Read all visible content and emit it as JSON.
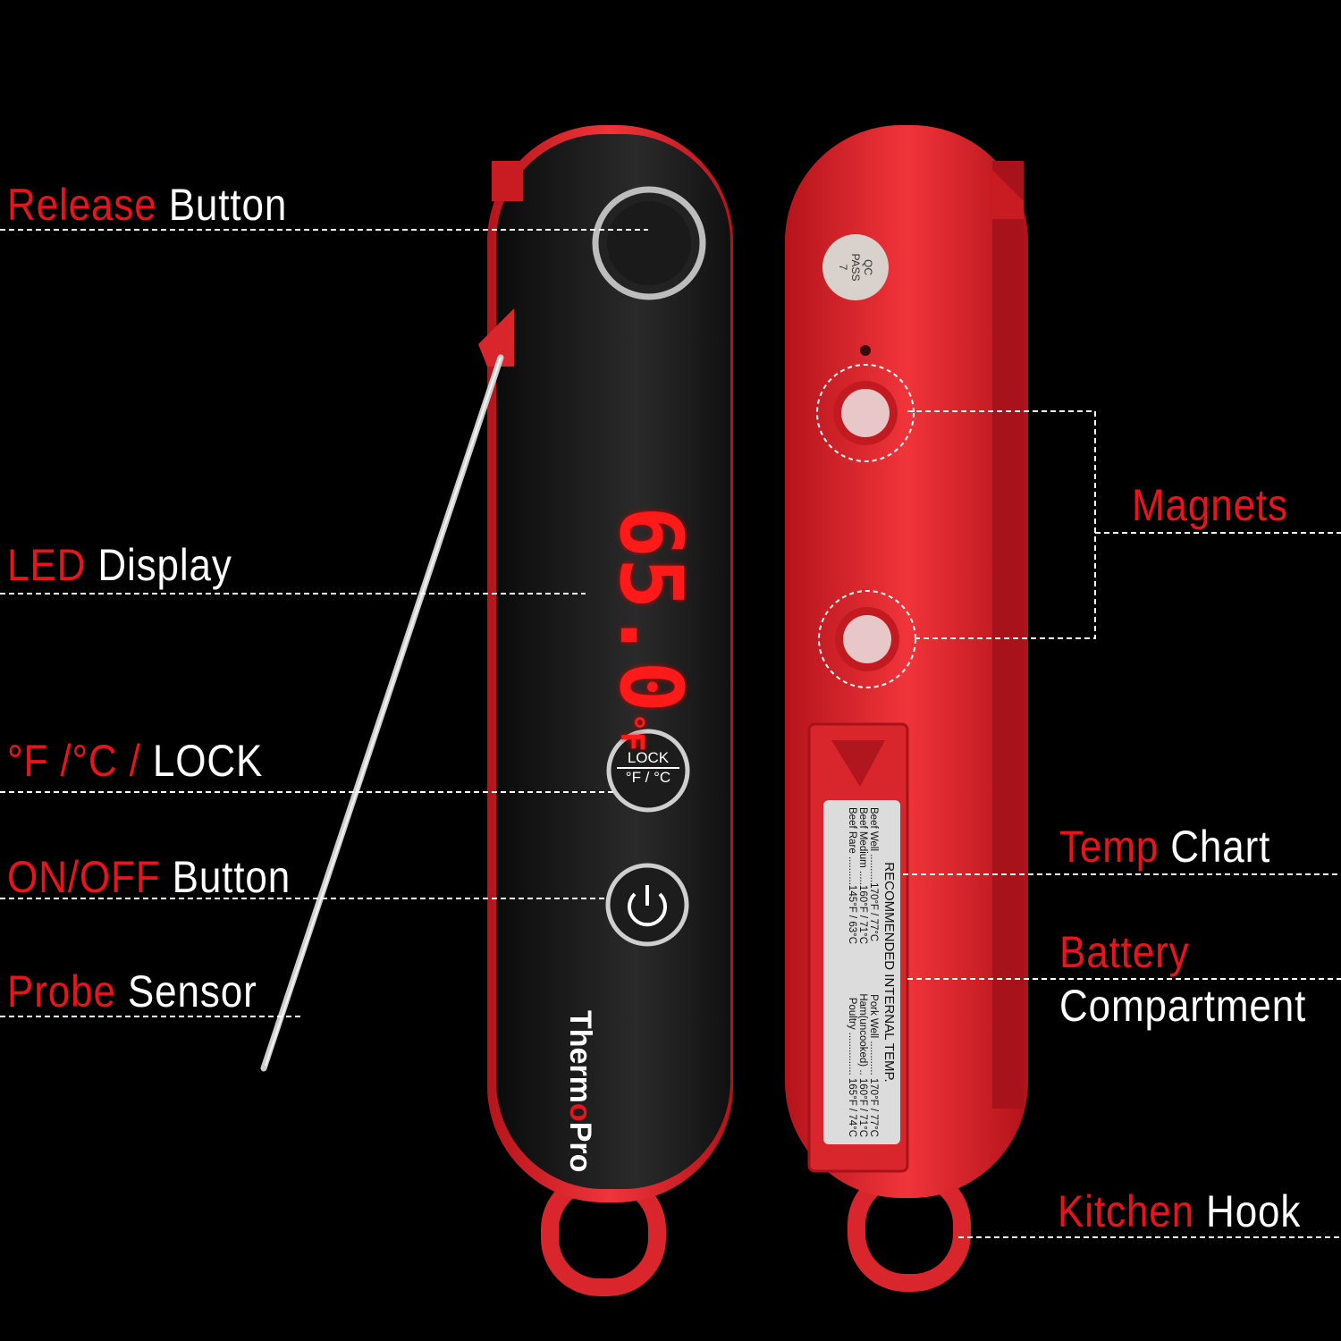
{
  "callouts_left": [
    {
      "red": "Release",
      "white": " Button"
    },
    {
      "red": "LED",
      "white": " Display"
    },
    {
      "red": "°F /°C /",
      "white": " LOCK"
    },
    {
      "red": "ON/OFF",
      "white": " Button"
    },
    {
      "red": "Probe",
      "white": " Sensor"
    }
  ],
  "callouts_right": [
    {
      "red": "Magnets",
      "white": ""
    },
    {
      "red": "Temp",
      "white": " Chart"
    },
    {
      "red": "Battery",
      "white": "Compartment"
    },
    {
      "red": "Kitchen",
      "white": " Hook"
    }
  ],
  "device": {
    "display_reading": "65.0",
    "display_unit": "°F",
    "lock_button": {
      "top": "LOCK",
      "bottom": "°F / °C"
    },
    "power_icon": "power-icon",
    "brand_a": "Therm",
    "brand_o": "o",
    "brand_b": "Pro",
    "qc_sticker": {
      "line1": "QC",
      "line2": "PASS",
      "line3": "7"
    }
  },
  "temp_chart": {
    "title": "RECOMMENDED  INTERNAL TEMP.",
    "rows": [
      {
        "left": "Beef Well ..........170°F / 77°C",
        "right": "Pork Well ............ 170°F / 77°C"
      },
      {
        "left": "Beef Medium .....160°F / 71°C",
        "right": "Ham(uncooked) .. 160°F / 71°C"
      },
      {
        "left": "Beef Rare ..........145°F / 63°C",
        "right": "Poultry ............... 165°F / 74°C"
      }
    ]
  },
  "colors": {
    "accent_red": "#e8141c",
    "body_red": "#e42a30",
    "face_black": "#141414",
    "background": "#000000"
  }
}
